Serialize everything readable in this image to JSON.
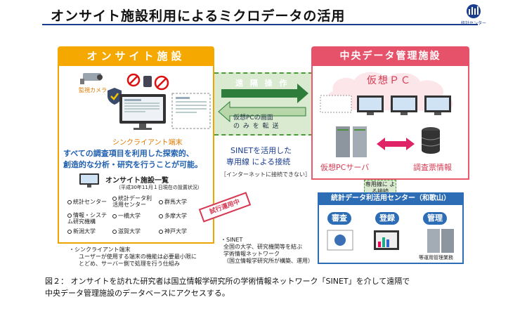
{
  "title": "オンサイト施設利用によるミクロデータの活用",
  "logo": {
    "text": "統計センター"
  },
  "onsite": {
    "header": "オンサイト施設",
    "camera_label": "監視カメラ",
    "client_label": "シンクライアント端末",
    "desc_line1": "すべての調査項目を利用した探索的、",
    "desc_line2": "創造的な分析・研究を行うことが可能。",
    "list_title": "オンサイト施設一覧",
    "list_note": "（平成30年11月１日現在の設置状況）",
    "sites": [
      "統計センター",
      "統計データ利活用センター",
      "群馬大学",
      "情報・システム研究機構",
      "一橋大学",
      "多摩大学",
      "新潟大学",
      "滋賀大学",
      "神戸大学"
    ],
    "trial_stamp": "試行運用中"
  },
  "remote": {
    "op_label": "遠 隔 操 作",
    "screen_label_1": "仮想PCの画面",
    "screen_label_2": "の み を 転 送"
  },
  "sinet": {
    "line1": "SINETを活用した",
    "line2": "専用線 による接続",
    "no_internet": "［インターネットに接続できない］",
    "dedicated": "専用線に よる接続",
    "note_title": "・SINET",
    "note_1": "全国の大学、研究機関等を結ぶ",
    "note_2": "学術情報ネットワーク",
    "note_3": "（国立情報学研究所が構築、運用）"
  },
  "center": {
    "header": "中央データ管理施設",
    "virtual_pc": "仮想ＰＣ",
    "server": "仮想PCサーバ",
    "survey": "調査票情報"
  },
  "stats_center": {
    "header": "統計データ利活用センター（和歌山）",
    "services": [
      "審査",
      "登録",
      "管理"
    ],
    "ops": "等運用管理業務"
  },
  "client_note": {
    "title": "・シンクライアント端末",
    "line1": "ユーザーが使用する端末の機能は必要最小限に",
    "line2": "とどめ、サーバー側で処理を行う仕組み"
  },
  "caption": {
    "line1": "図２： オンサイトを訪れた研究者は国立情報学研究所の学術情報ネットワーク「SINET」を介して遠隔で",
    "line2": "中央データ管理施設のデータベースにアクセスする。"
  }
}
